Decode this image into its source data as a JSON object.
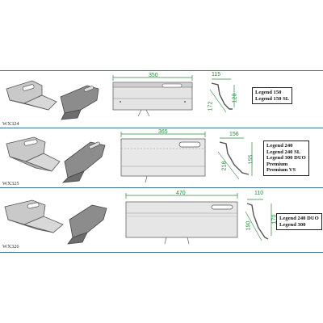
{
  "rows": [
    {
      "code": "WX324",
      "dims": {
        "length": "350",
        "depth": "115",
        "height": "128",
        "diagonal": "172"
      },
      "models": [
        "Legend 150",
        "Legend 150 SL"
      ]
    },
    {
      "code": "WX325",
      "dims": {
        "length": "365",
        "depth": "156",
        "height": "155",
        "diagonal": "218"
      },
      "models": [
        "Legend 240",
        "Legend 240 SL",
        "Legend 300 DUO",
        "Premium",
        "Premium VS"
      ]
    },
    {
      "code": "WX326",
      "dims": {
        "length": "470",
        "depth": "110",
        "height": "170",
        "diagonal": "190"
      },
      "models": [
        "Legend 240 DUO",
        "Legend 300"
      ]
    }
  ],
  "colors": {
    "divider": "#3a6e8a",
    "dimension": "#2e8a3e",
    "metal": "#9a9a9a",
    "metal_dark": "#555555"
  }
}
